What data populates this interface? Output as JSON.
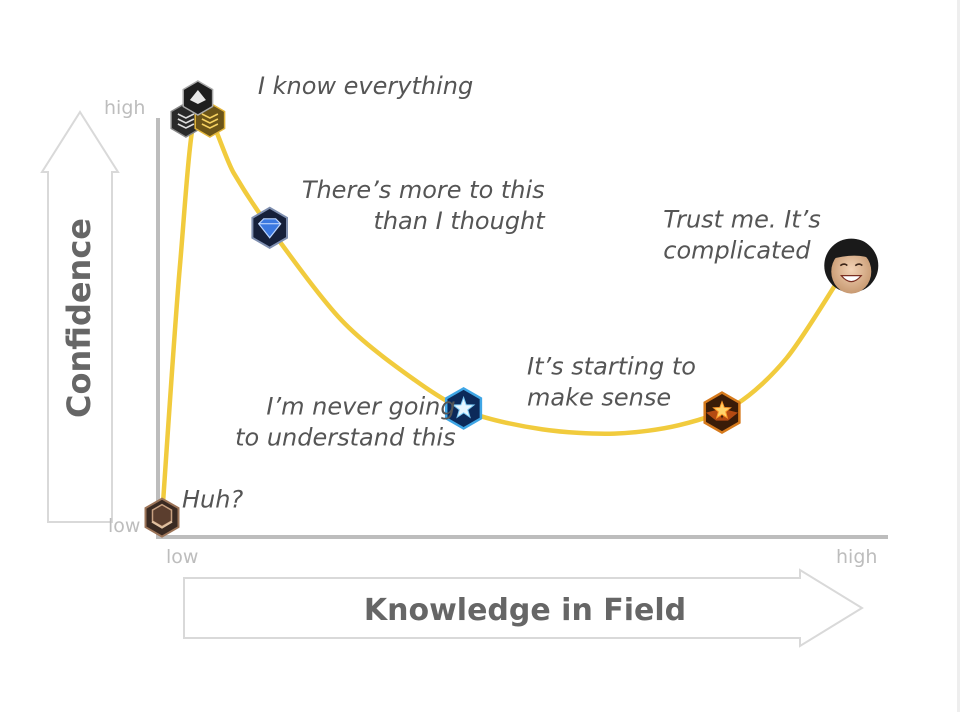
{
  "chart_data": {
    "type": "line",
    "title": "",
    "xlabel": "Knowledge in Field",
    "ylabel": "Confidence",
    "x_ticks": [
      "low",
      "high"
    ],
    "y_ticks": [
      "low",
      "high"
    ],
    "xlim": [
      0,
      100
    ],
    "ylim": [
      0,
      100
    ],
    "grid": false,
    "curve_color": "#f1cb3d",
    "series": [
      {
        "points": [
          {
            "x": 0,
            "y": 2
          },
          {
            "x": 2.5,
            "y": 62
          },
          {
            "x": 5,
            "y": 100
          },
          {
            "x": 10,
            "y": 84
          },
          {
            "x": 15,
            "y": 71
          },
          {
            "x": 25,
            "y": 49
          },
          {
            "x": 35,
            "y": 35
          },
          {
            "x": 43,
            "y": 27
          },
          {
            "x": 53,
            "y": 23
          },
          {
            "x": 63,
            "y": 22
          },
          {
            "x": 72,
            "y": 24
          },
          {
            "x": 80,
            "y": 29
          },
          {
            "x": 87,
            "y": 40
          },
          {
            "x": 94,
            "y": 58
          }
        ]
      }
    ],
    "annotations": [
      {
        "id": "huh",
        "lines": [
          "Huh?"
        ],
        "x": 0,
        "y": 2,
        "align": "start",
        "dx": 20,
        "dy": -10,
        "badge": "bronze"
      },
      {
        "id": "know-everything",
        "lines": [
          "I know everything"
        ],
        "x": 5,
        "y": 100,
        "align": "start",
        "dx": 60,
        "dy": -12,
        "badge": "grandmaster"
      },
      {
        "id": "more-to-this",
        "lines": [
          "There’s more to this",
          "than I thought"
        ],
        "x": 15,
        "y": 71,
        "align": "end",
        "dx": 275,
        "dy": -30,
        "badge": "diamond"
      },
      {
        "id": "never-understand",
        "lines": [
          "I’m never going",
          "to understand this"
        ],
        "x": 42,
        "y": 28,
        "align": "end",
        "dx": -8,
        "dy": 6,
        "badge": "master"
      },
      {
        "id": "starting-sense",
        "lines": [
          "It’s starting to",
          "make sense"
        ],
        "x": 78,
        "y": 27,
        "align": "start",
        "dx": -195,
        "dy": -38,
        "badge": "platinum"
      },
      {
        "id": "complicated",
        "lines": [
          "Trust me. It’s",
          "complicated"
        ],
        "x": 96,
        "y": 62,
        "align": "start",
        "dx": -188,
        "dy": -38,
        "badge": "avatar"
      }
    ]
  }
}
